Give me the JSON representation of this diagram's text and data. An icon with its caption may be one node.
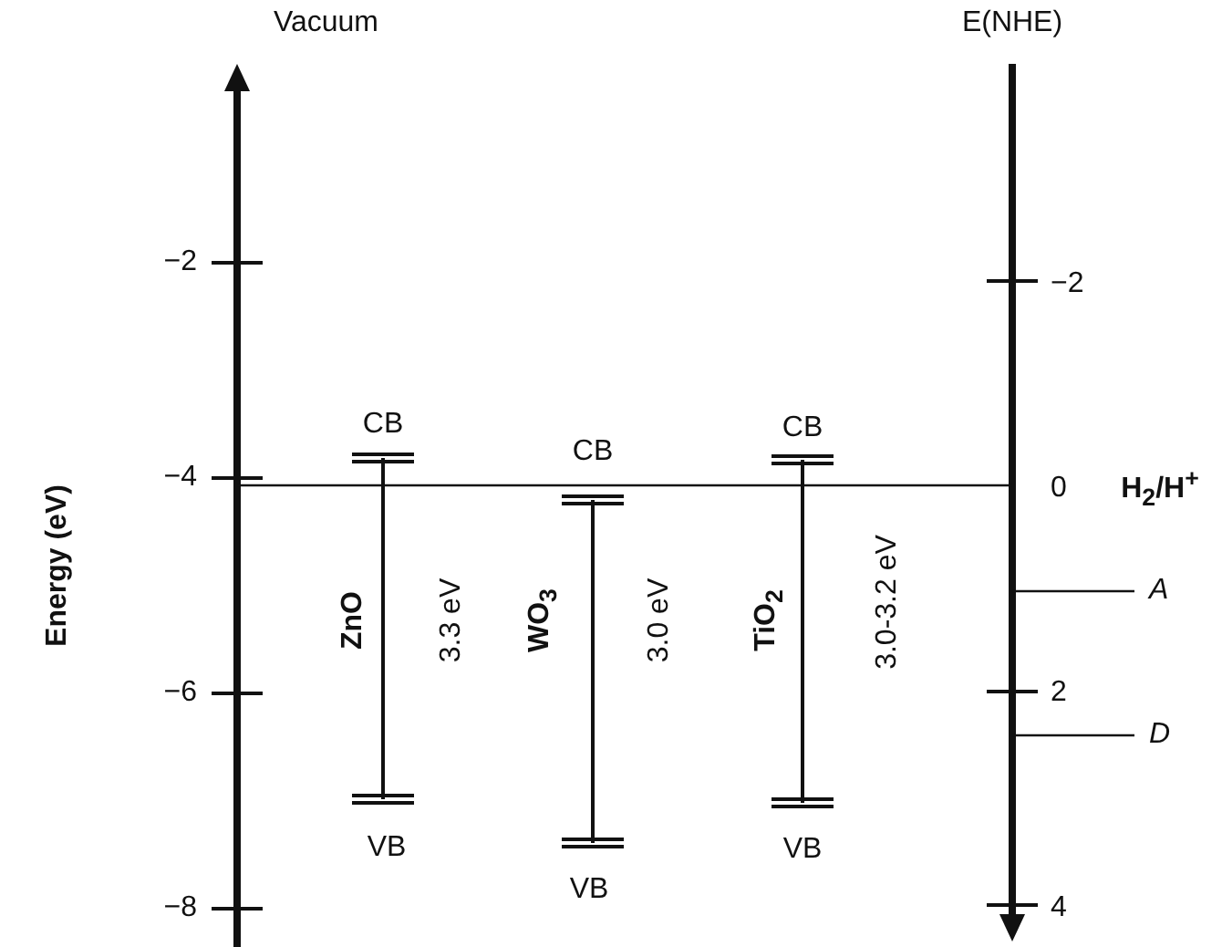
{
  "diagram": {
    "labels": [
      "Vacuum",
      "E(NHE)",
      "−2",
      "−2",
      "CB",
      "CB",
      "CB",
      "−4",
      "0",
      "H$_{2}$/H$^{+}$",
      "Energy (eV)",
      "A",
      "−6",
      "ZnO",
      "3.3 eV",
      "WO$_{3}$",
      "3.0 eV",
      "TiO$_{2}$",
      "3.0-3.2 eV",
      "2",
      "D",
      "VB",
      "−8",
      "VB",
      "VB",
      "4"
    ]
  }
}
